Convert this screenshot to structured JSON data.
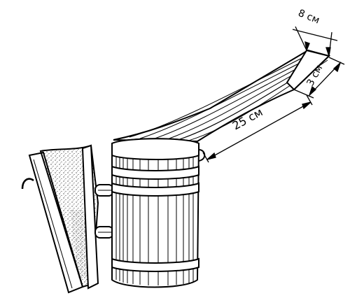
{
  "dimensions": {
    "width_label": "8 см",
    "depth_label": "3 см",
    "length_label": "25 см"
  },
  "colors": {
    "ink": "#000000",
    "paper": "#ffffff"
  }
}
